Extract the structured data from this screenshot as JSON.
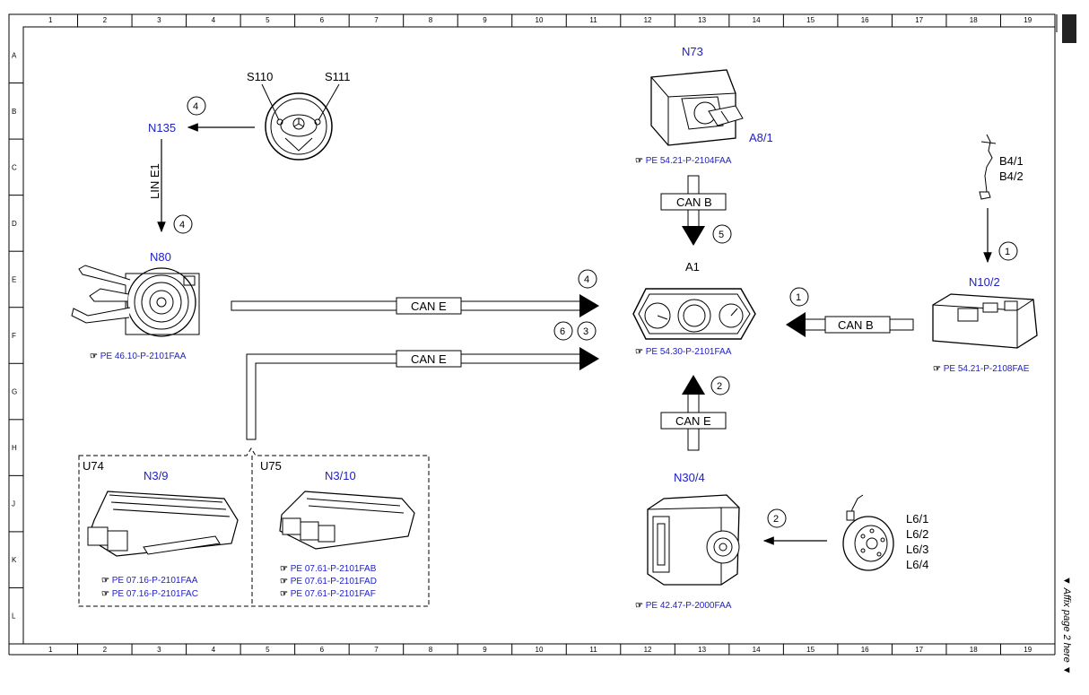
{
  "grid": {
    "columns": [
      "1",
      "2",
      "3",
      "4",
      "5",
      "6",
      "7",
      "8",
      "9",
      "10",
      "11",
      "12",
      "13",
      "14",
      "15",
      "16",
      "17",
      "18",
      "19"
    ],
    "rows": [
      "A",
      "B",
      "C",
      "D",
      "E",
      "F",
      "G",
      "H",
      "J",
      "K",
      "L"
    ]
  },
  "components": {
    "s110": "S110",
    "s111": "S111",
    "n135": "N135",
    "lin": "LIN E1",
    "n80": "N80",
    "n80_ref": "PE 46.10-P-2101FAA",
    "n73": "N73",
    "a8": "A8/1",
    "n73_ref": "PE 54.21-P-2104FAA",
    "b4": [
      "B4/1",
      "B4/2"
    ],
    "a1": "A1",
    "a1_ref": "PE 54.30-P-2101FAA",
    "n10": "N10/2",
    "n10_ref": "PE 54.21-P-2108FAE",
    "u74": "U74",
    "n39": "N3/9",
    "n39_refs": [
      "PE 07.16-P-2101FAA",
      "PE 07.16-P-2101FAC"
    ],
    "u75": "U75",
    "n310": "N3/10",
    "n310_refs": [
      "PE 07.61-P-2101FAB",
      "PE 07.61-P-2101FAD",
      "PE 07.61-P-2101FAF"
    ],
    "n304": "N30/4",
    "n304_ref": "PE 42.47-P-2000FAA",
    "l6": [
      "L6/1",
      "L6/2",
      "L6/3",
      "L6/4"
    ]
  },
  "buses": {
    "can_b": "CAN B",
    "can_e": "CAN E"
  },
  "steps": [
    "1",
    "2",
    "3",
    "4",
    "5",
    "6"
  ],
  "side_note": "▼ Affix page 2 here ▼",
  "colors": {
    "ink": "#000000",
    "reference": "#2020c8"
  }
}
